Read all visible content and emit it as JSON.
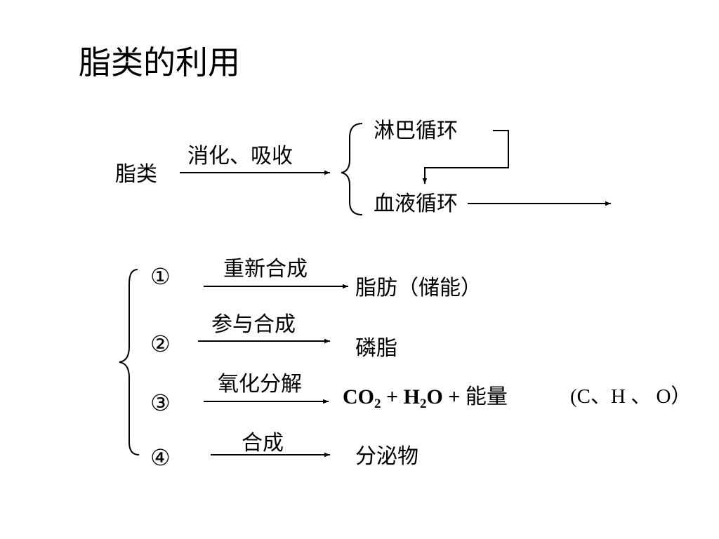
{
  "title": "脂类的利用",
  "top_diagram": {
    "source": "脂类",
    "process": "消化、吸收",
    "branch_lymph": "淋巴循环",
    "branch_blood": "血液循环"
  },
  "pathways": [
    {
      "marker": "①",
      "process": "重新合成",
      "product": "脂肪（储能）"
    },
    {
      "marker": "②",
      "process": "参与合成",
      "product": "磷脂"
    },
    {
      "marker": "③",
      "process": "氧化分解",
      "product": {
        "co": "CO",
        "sub2": "2",
        "plus1": " + H",
        "h_sub": "2",
        "o_plus": "O + ",
        "energy": "能量"
      }
    },
    {
      "marker": "④",
      "process": "合成",
      "product": "分泌物"
    }
  ],
  "elements_note": "(C、H 、 O）"
}
